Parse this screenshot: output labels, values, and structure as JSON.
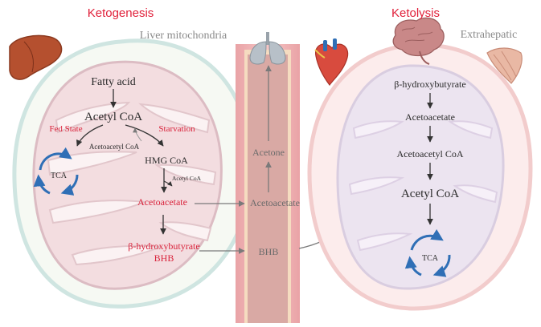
{
  "headings": {
    "left": "Ketogenesis",
    "right": "Ketolysis",
    "liver_caption": "Liver mitochondria",
    "extra_caption": "Extrahepatic"
  },
  "ketogenesis": {
    "fatty_acid": "Fatty acid",
    "acetyl_coa": "Acetyl CoA",
    "fed_state": "Fed State",
    "starvation": "Starvation",
    "acetoacetyl_coa": "Acetoacetyl CoA",
    "hmg_coa": "HMG CoA",
    "acetyl_coa_small": "Acetyl CoA",
    "acetoacetate": "Acetoacetate",
    "bhb_full": "β-hydroxybutyrate",
    "bhb_abbr": "BHB",
    "tca": "TCA"
  },
  "vessel": {
    "acetone": "Acetone",
    "acetoacetate": "Acetoacetate",
    "bhb": "BHB"
  },
  "ketolysis": {
    "bhb_full": "β-hydroxybutyrate",
    "acetoacetate": "Acetoacetate",
    "acetoacetyl_coa": "Acetoacetyl CoA",
    "acetyl_coa": "Acetyl CoA",
    "tca": "TCA"
  },
  "colors": {
    "heading_red": "#e0203a",
    "metabolite_red": "#d9233b",
    "text_dark": "#2b2b2b",
    "caption_gray": "#8a8a8a",
    "tca_blue": "#2f6fb6",
    "liver_cell_fill": "#f6f9f3",
    "liver_cell_border": "#cfe5e1",
    "extra_cell_fill": "#fcecec",
    "extra_cell_border": "#f2cccc",
    "vessel_outer": "#efb3b4",
    "vessel_inner": "#d9a9a4"
  },
  "icons": [
    "liver-icon",
    "lungs-icon",
    "heart-icon",
    "brain-icon",
    "muscle-icon"
  ]
}
